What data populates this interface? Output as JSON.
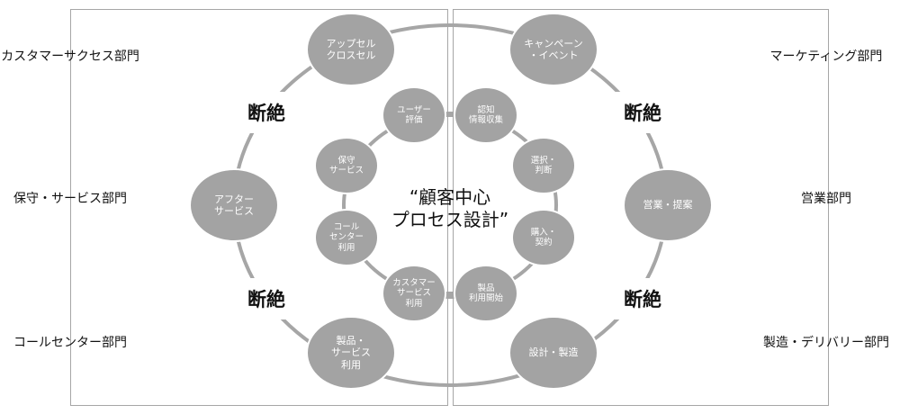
{
  "departments": {
    "left": [
      "カスタマーサクセス部門",
      "保守・サービス部門",
      "コールセンター部門"
    ],
    "right": [
      "マーケティング部門",
      "営業部門",
      "製造・デリバリー部門"
    ]
  },
  "disconnect_label": "断絶",
  "center_title": "“顧客中心\nプロセス設計”",
  "outer_nodes": [
    "アップセル\nクロスセル",
    "キャンペーン\n・イベント",
    "アフター\nサービス",
    "営業・提案",
    "製品・\nサービス\n利用",
    "設計・製造"
  ],
  "inner_nodes": [
    "ユーザー\n評価",
    "認知\n情報収集",
    "保守\nサービス",
    "選択・\n判断",
    "コール\nセンター\n利用",
    "購入・\n契約",
    "カスタマー\nサービス\n利用",
    "製品\n利用開始"
  ],
  "colors": {
    "node": "#a3a3a3",
    "line": "#a6a6a6"
  }
}
